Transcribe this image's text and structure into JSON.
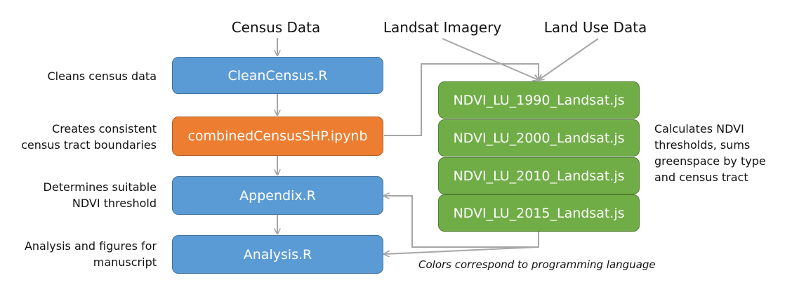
{
  "inputs": {
    "census_data": "Census Data",
    "landsat_imagery": "Landsat Imagery",
    "land_use_data": "Land Use Data"
  },
  "nodes": {
    "clean_census": "CleanCensus.R",
    "combined_census": "combinedCensusSHP.ipynb",
    "appendix": "Appendix.R",
    "analysis": "Analysis.R",
    "ndvi": [
      "NDVI_LU_1990_Landsat.js",
      "NDVI_LU_2000_Landsat.js",
      "NDVI_LU_2010_Landsat.js",
      "NDVI_LU_2015_Landsat.js"
    ]
  },
  "descriptions": {
    "clean_census": "Cleans census data",
    "combined_census": [
      "Creates consistent",
      "census tract boundaries"
    ],
    "appendix": [
      "Determines suitable",
      "NDVI threshold"
    ],
    "analysis": [
      "Analysis and figures for",
      "manuscript"
    ],
    "ndvi": [
      "Calculates NDVI",
      "thresholds, sums",
      "greenspace by type",
      "and census tract"
    ]
  },
  "note": "Colors correspond to programming language",
  "colors": {
    "r_scripts": "#5b9bd5",
    "python_notebook": "#ed7d31",
    "javascript": "#70ad47",
    "arrows": "#a6a6a6"
  }
}
